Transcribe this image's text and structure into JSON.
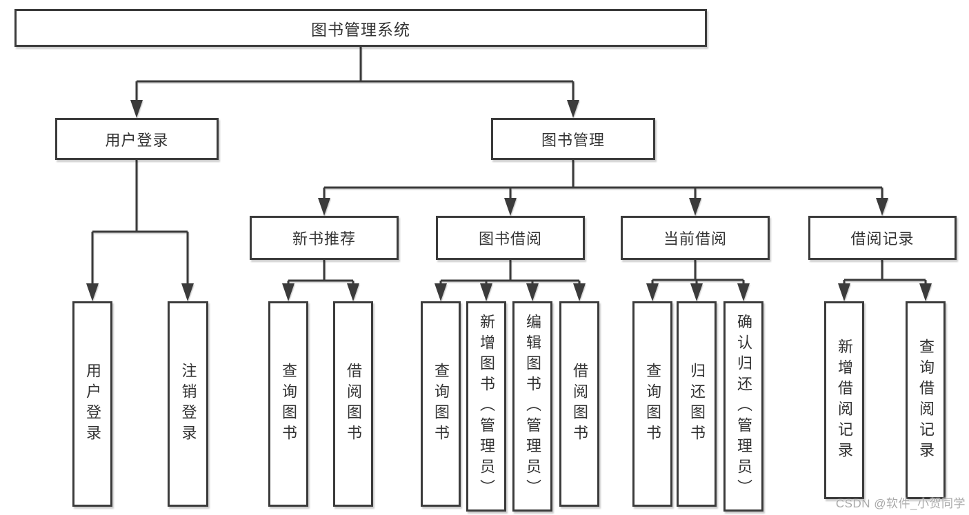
{
  "diagram_title": "图书管理系统",
  "tree": {
    "label": "图书管理系统",
    "children": [
      {
        "label": "用户登录",
        "children": [
          {
            "label": "用户登录"
          },
          {
            "label": "注销登录"
          }
        ]
      },
      {
        "label": "图书管理",
        "children": [
          {
            "label": "新书推荐",
            "children": [
              {
                "label": "查询图书"
              },
              {
                "label": "借阅图书"
              }
            ]
          },
          {
            "label": "图书借阅",
            "children": [
              {
                "label": "查询图书"
              },
              {
                "label": "新增图书（管理员）"
              },
              {
                "label": "编辑图书（管理员）"
              },
              {
                "label": "借阅图书"
              }
            ]
          },
          {
            "label": "当前借阅",
            "children": [
              {
                "label": "查询图书"
              },
              {
                "label": "归还图书"
              },
              {
                "label": "确认归还（管理员）"
              }
            ]
          },
          {
            "label": "借阅记录",
            "children": [
              {
                "label": "新增借阅记录"
              },
              {
                "label": "查询借阅记录"
              }
            ]
          }
        ]
      }
    ]
  },
  "watermark": "CSDN @软件_小贺同学",
  "colors": {
    "background": "#ffffff",
    "line": "#3b3b3b",
    "box_border": "#3b3b3b",
    "box_fill": "#ffffff",
    "text": "#333333",
    "watermark": "#a9a9a9"
  }
}
